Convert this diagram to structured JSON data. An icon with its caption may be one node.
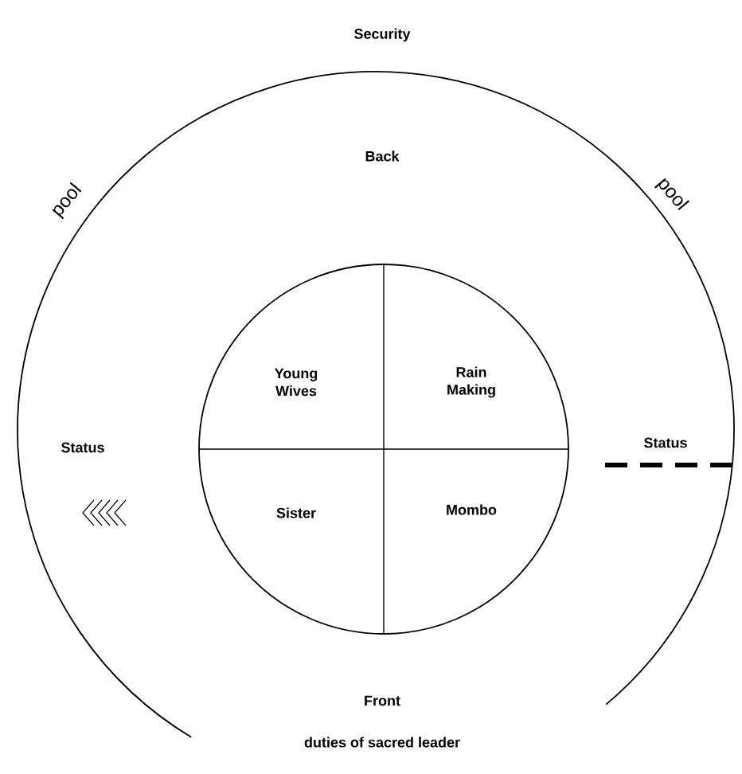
{
  "diagram": {
    "nodes": [
      {
        "text": [],
        "shape": "circle"
      },
      {
        "text": [],
        "shape": "circle",
        "in": 0
      },
      {
        "text": [
          "Young Wives"
        ],
        "in": 1
      },
      {
        "text": [
          "Rain Making"
        ],
        "in": 1
      },
      {
        "text": [
          "Sister"
        ],
        "in": 1
      },
      {
        "text": [
          "Mombo"
        ],
        "in": 1
      }
    ],
    "edges": [],
    "labels": [
      "Security",
      "Back",
      "pool",
      "pool",
      "Status",
      "Status",
      "Front",
      "duties of sacred leader"
    ]
  }
}
